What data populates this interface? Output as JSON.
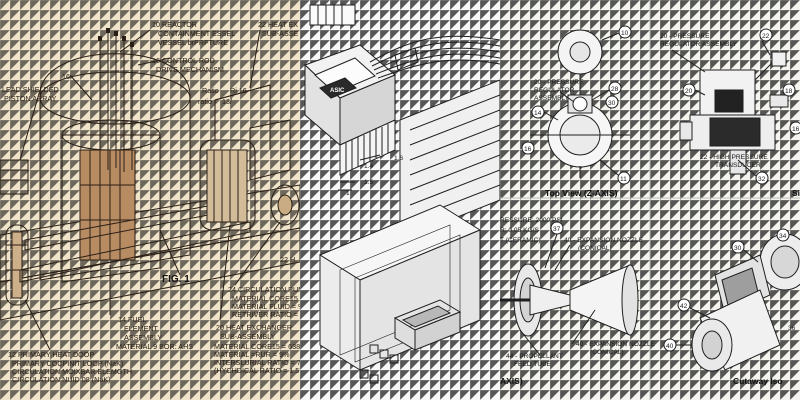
{
  "panel_left": {
    "callouts": {
      "c10a": "10 REACTOR",
      "c10b": "CONTAINMENT ESSEL",
      "c10c": "VESSEL brPRFTURE",
      "c22a": "22 HEAT EX",
      "c22b": "SUB-ASSE",
      "c16": "16",
      "c16ctrl_a": "16 CONTROL ROD",
      "c16ctrl_b": "DRIVE MECHANISM",
      "lead_a": "LEAD SHIELDED",
      "lead_b": "PISTON ARRAY",
      "ratio_a": "Ratio",
      "ratio_b": "ratio",
      "ratio_c": "13/",
      "ri": "Ri 16",
      "fig": "FIG. 1",
      "c24a": "24 CIRCULATION PUM",
      "c24b": "MATERIAL CORE15 = 0.0",
      "c24c": "MATERIAL FLUID = %",
      "c24d": "RETRIVER RATIO = %",
      "c22right": "22 H",
      "c14a": "14 FUEL",
      "c14b": "ELEMENT",
      "c14c": "ASSEMBLY",
      "c14d": "MATERIAL 9 BOR: AHS",
      "c20a": "20 HEAT EXCHANGER",
      "c20b": "SUB-ASSEMBLY",
      "c20c": "MATERIAL CORE15 = 638 0C",
      "c20d": "MATERIAL =RUR = 9%",
      "c20e": "INTERSLURIAL RATIO = 7.1%",
      "c20f": "(HYCHDICAL RATIO = 1.577)",
      "c12a": "12 PRIMARY HEAT DOOP",
      "c12b": "PRIMARY COCPINIT LOOP (NaK)",
      "c12c": "CIRCULATION MOIXBAR ELEMGTH",
      "c12d": "CIRCULATION NUID 08 (NaK)"
    }
  },
  "panel_middle": {
    "chip_label": "ASIC",
    "labels": {
      "l16": "1.6",
      "l14": "1.4",
      "l15": "1.5",
      "l1": "1"
    }
  },
  "panel_right": {
    "top_view_title": "Top View (Z-AXIS)",
    "side_title_fragment": "Si",
    "cutaway_title": "Cutaway Iso",
    "axis_fragment": "AXIS)",
    "callouts": {
      "tv_10": "10",
      "tv_20a": "20 - PRESSURE",
      "tv_20b": "REGULATOR",
      "tv_20c": "ASSEMBLY",
      "tv_14": "14",
      "tv_28": "28",
      "tv_30": "30",
      "tv_16": "16",
      "tv_11": "11",
      "sv_20a": "20 - PRESSURE",
      "sv_20b": "REGULATOR ASSEMBLY",
      "sv_22": "22",
      "sv_22b": "22 - HIGH PRESSURE",
      "sv_22c": "TRANSDUCER",
      "sv_32": "32",
      "sv_18": "18",
      "sv_16": "16",
      "sv_20n": "20",
      "bl_pressure": "RESSURE: 2000 PSI",
      "bl_flow": "R: 0.05 KG/S",
      "bl_ceramic": "T (CERAMIC)",
      "bl_37": "37",
      "bl_40a": "40 - EXPANSION NOZZLE",
      "bl_40b": "(CONICAL)",
      "bl_40c": "40 - EXPANSION NOZZLE",
      "bl_40d": "(CONICAL)",
      "bl_44a": "44 - PROPELLANT",
      "bl_44b": "FEED TUBE",
      "br_30": "30",
      "br_34": "34",
      "br_42": "42",
      "br_40": "40",
      "br_36": "36"
    }
  }
}
